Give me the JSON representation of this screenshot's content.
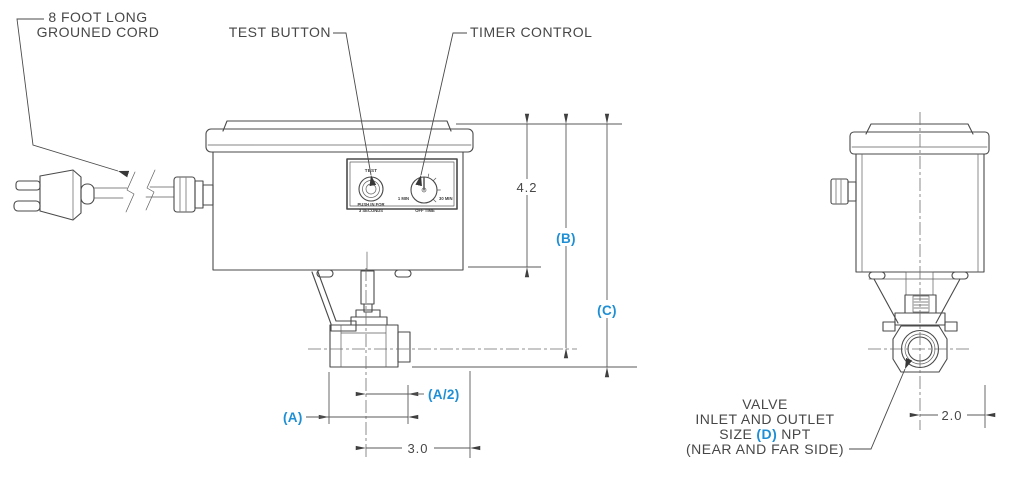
{
  "drawing": {
    "labels": {
      "cord_line1": "8 FOOT LONG",
      "cord_line2": "GROUNED CORD",
      "test_button": "TEST BUTTON",
      "timer_control": "TIMER CONTROL",
      "valve_line1": "VALVE",
      "valve_line2": "INLET AND OUTLET",
      "valve_line3_pre": "SIZE",
      "valve_line3_d": "(D)",
      "valve_line3_post": "NPT",
      "valve_line4": "(NEAR AND FAR SIDE)"
    },
    "panel": {
      "test": "TEST",
      "push1": "PUSH IN FOR",
      "push2": "3 SECONDS",
      "dial_min": "1 MIN",
      "dial_max": "30 MIN",
      "dial_label": "OFF TIME"
    },
    "dimensions": {
      "height": "4.2",
      "b": "(B)",
      "c": "(C)",
      "a": "(A)",
      "a_half": "(A/2)",
      "width_front": "3.0",
      "width_side": "2.0"
    },
    "colors": {
      "line": "#4a4a4a",
      "dimension": "#5a5a5a",
      "text": "#474747",
      "accent_blue": "#1e8fd5",
      "background": "#ffffff"
    }
  }
}
